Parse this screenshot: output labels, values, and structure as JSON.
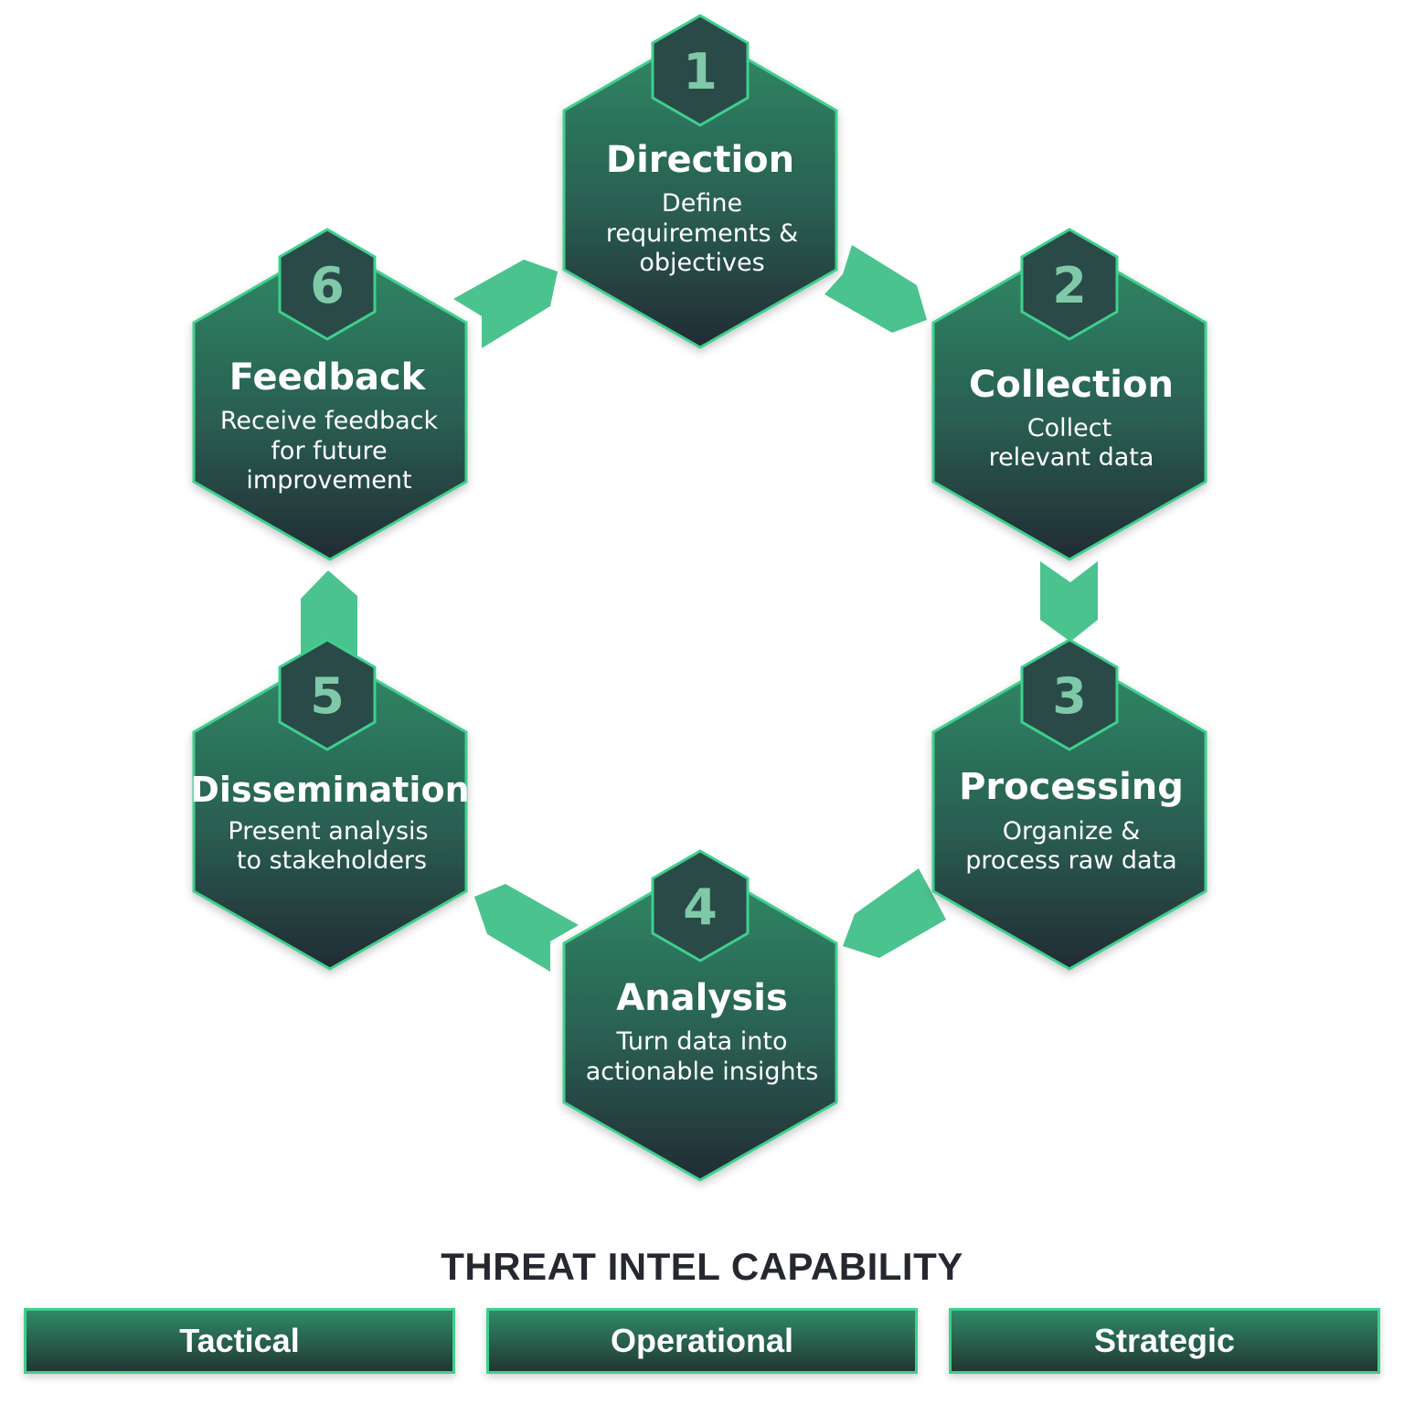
{
  "stages": [
    {
      "num": "1",
      "title": "Direction",
      "desc": [
        "Define",
        "requirements &",
        "objectives"
      ]
    },
    {
      "num": "2",
      "title": "Collection",
      "desc": [
        "Collect",
        "relevant data"
      ]
    },
    {
      "num": "3",
      "title": "Processing",
      "desc": [
        "Organize &",
        "process raw data"
      ]
    },
    {
      "num": "4",
      "title": "Analysis",
      "desc": [
        "Turn data into",
        "actionable insights"
      ]
    },
    {
      "num": "5",
      "title": "Dissemination",
      "desc": [
        "Present analysis",
        "to stakeholders"
      ]
    },
    {
      "num": "6",
      "title": "Feedback",
      "desc": [
        "Receive feedback",
        "for future",
        "improvement"
      ]
    }
  ],
  "capability": {
    "title": "THREAT INTEL CAPABILITY",
    "levels": [
      "Tactical",
      "Operational",
      "Strategic"
    ]
  },
  "colors": {
    "hex_top": "#2f8a66",
    "hex_bottom": "#222b33",
    "accent": "#4bc38f",
    "border": "#3fcf8e",
    "badge_fill": "#2a4a48",
    "badge_text": "#7fc9a8"
  }
}
